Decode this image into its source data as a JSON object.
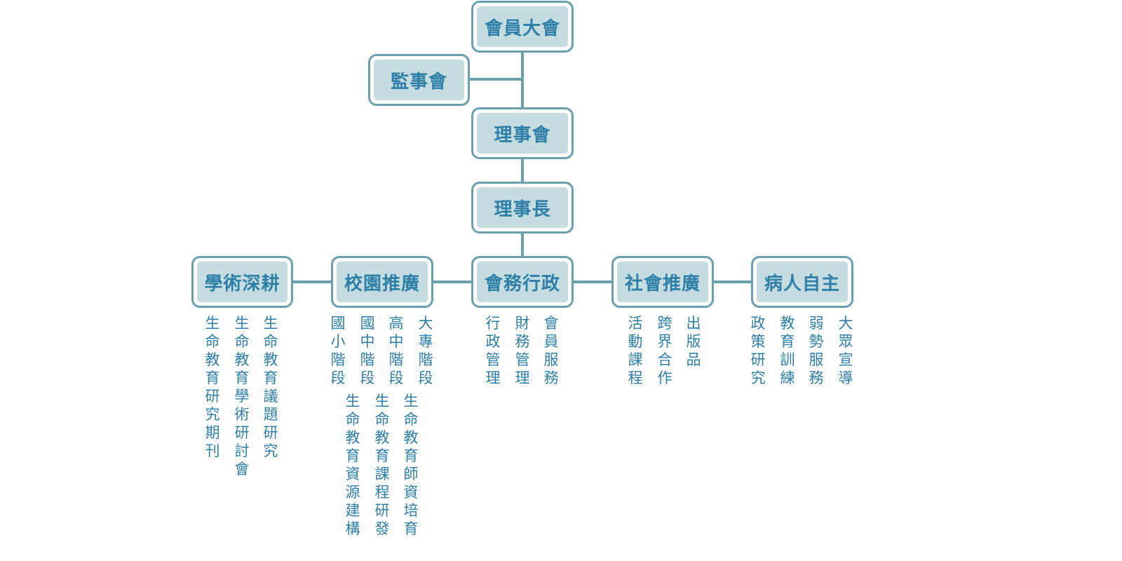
{
  "org": {
    "general_assembly": "會員大會",
    "supervisors": "監事會",
    "board": "理事會",
    "chairman": "理事長"
  },
  "departments": [
    {
      "name": "學術深耕",
      "tasks": [
        "生命教育研究期刊",
        "生命教育學術研討會",
        "生命教育議題研究"
      ]
    },
    {
      "name": "校園推廣",
      "tasks": [
        "國小階段",
        "國中階段",
        "高中階段",
        "大專階段"
      ],
      "sub_tasks": [
        "生命教育資源建構",
        "生命教育課程研發",
        "生命教育師資培育"
      ]
    },
    {
      "name": "會務行政",
      "tasks": [
        "行政管理",
        "財務管理",
        "會員服務"
      ]
    },
    {
      "name": "社會推廣",
      "tasks": [
        "活動課程",
        "跨界合作",
        "出版品"
      ]
    },
    {
      "name": "病人自主",
      "tasks": [
        "政策研究",
        "教育訓練",
        "弱勢服務",
        "大眾宣導"
      ]
    }
  ],
  "colors": {
    "border": "#6a9fae",
    "box_fill": "#c5dde0",
    "text": "#2e7fa8"
  }
}
